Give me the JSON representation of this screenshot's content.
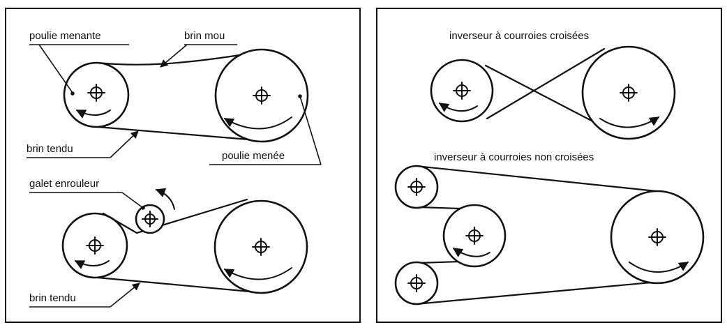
{
  "left_panel": {
    "top_diagram": {
      "label_driving_pulley": "poulie menante",
      "label_slack_side": "brin mou",
      "label_tight_side": "brin tendu",
      "label_driven_pulley": "poulie menée"
    },
    "bottom_diagram": {
      "label_idler": "galet enrouleur",
      "label_tight_side": "brin tendu"
    }
  },
  "right_panel": {
    "crossed_title": "inverseur à courroies croisées",
    "uncrossed_title": "inverseur à courroies non croisées"
  },
  "icons": {
    "pulley_center": "crosshair-circle-icon",
    "rotation_arrow": "curved-arrow-icon"
  },
  "colors": {
    "ink": "#111111",
    "paper": "#ffffff"
  }
}
